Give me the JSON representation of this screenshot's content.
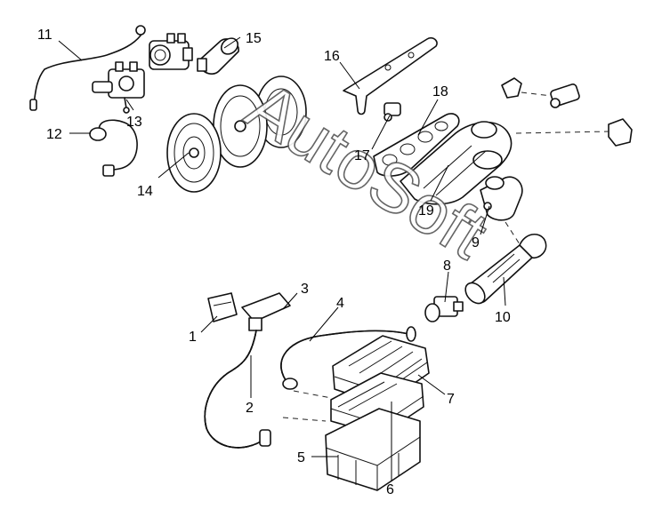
{
  "watermark": {
    "text": "AutoSoft"
  },
  "callouts": [
    {
      "id": "1",
      "label": "1"
    },
    {
      "id": "2",
      "label": "2"
    },
    {
      "id": "3",
      "label": "3"
    },
    {
      "id": "4",
      "label": "4"
    },
    {
      "id": "5",
      "label": "5"
    },
    {
      "id": "6",
      "label": "6"
    },
    {
      "id": "7",
      "label": "7"
    },
    {
      "id": "8",
      "label": "8"
    },
    {
      "id": "9",
      "label": "9"
    },
    {
      "id": "10",
      "label": "10"
    },
    {
      "id": "11",
      "label": "11"
    },
    {
      "id": "12",
      "label": "12"
    },
    {
      "id": "13",
      "label": "13"
    },
    {
      "id": "14",
      "label": "14"
    },
    {
      "id": "15",
      "label": "15"
    },
    {
      "id": "16",
      "label": "16"
    },
    {
      "id": "17",
      "label": "17"
    },
    {
      "id": "18",
      "label": "18"
    },
    {
      "id": "19",
      "label": "19"
    }
  ]
}
